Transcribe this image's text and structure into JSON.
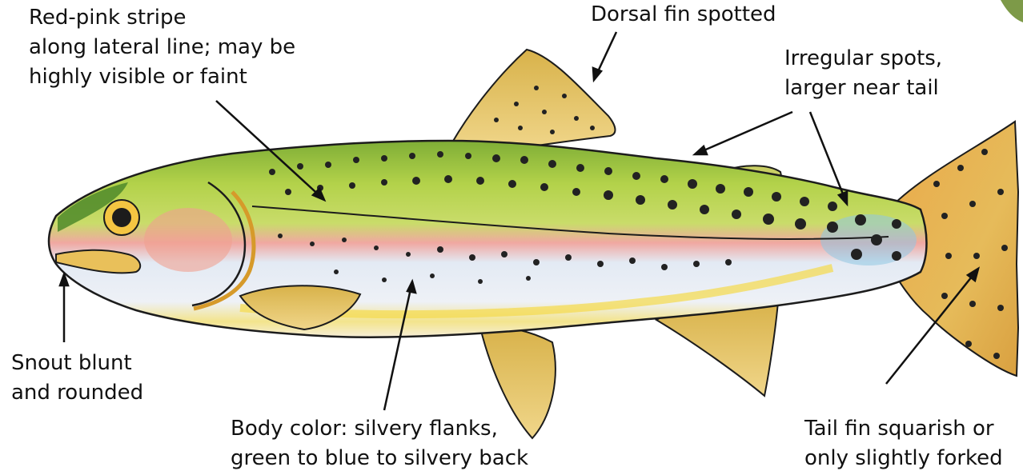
{
  "labels": {
    "stripe": [
      "Red-pink stripe",
      "along lateral line; may be",
      "highly visible or faint"
    ],
    "dorsal": [
      "Dorsal fin spotted"
    ],
    "spots": [
      "Irregular spots,",
      "larger near tail"
    ],
    "snout": [
      "Snout blunt",
      "and rounded"
    ],
    "body": [
      "Body color: silvery flanks,",
      "green to blue to silvery back"
    ],
    "tail": [
      "Tail fin squarish or",
      "only slightly forked"
    ]
  },
  "colors": {
    "back_green": "#a9cc43",
    "stripe_pink": "#f1a2a0",
    "flank_silver": "#dfe7f2",
    "fin_tan": "#e2b44e",
    "spot": "#222222",
    "outline": "#1c1c1c"
  }
}
